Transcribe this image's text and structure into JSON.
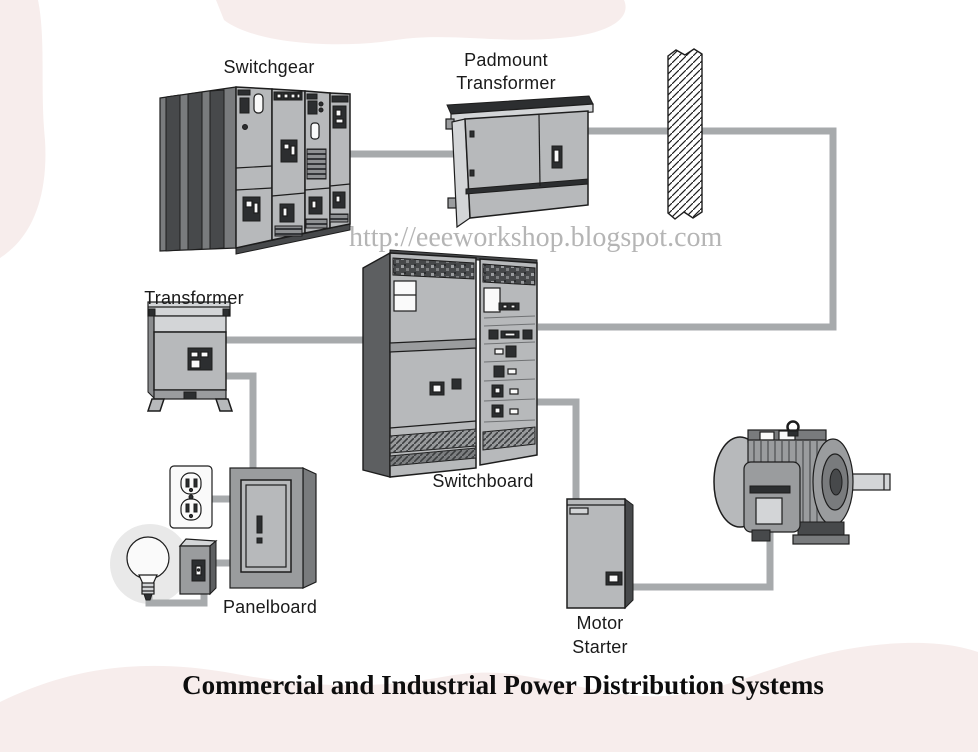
{
  "page": {
    "caption": "Commercial and Industrial Power Distribution Systems",
    "watermark": "http://eeeworkshop.blogspot.com"
  },
  "labels": {
    "switchgear": "Switchgear",
    "padmount_line1": "Padmount",
    "padmount_line2": "Transformer",
    "transformer": "Transformer",
    "switchboard": "Switchboard",
    "panelboard": "Panelboard",
    "motor_starter_line1": "Motor",
    "motor_starter_line2": "Starter"
  },
  "diagram": {
    "type": "power-distribution-one-line-pictorial",
    "components": [
      {
        "id": "switchgear",
        "label": "Switchgear"
      },
      {
        "id": "padmount-transformer",
        "label": "Padmount Transformer"
      },
      {
        "id": "service-riser",
        "label": ""
      },
      {
        "id": "switchboard",
        "label": "Switchboard"
      },
      {
        "id": "transformer",
        "label": "Transformer"
      },
      {
        "id": "panelboard",
        "label": "Panelboard"
      },
      {
        "id": "receptacle-outlet",
        "label": ""
      },
      {
        "id": "light-bulb",
        "label": ""
      },
      {
        "id": "switch",
        "label": ""
      },
      {
        "id": "motor-starter",
        "label": "Motor Starter"
      },
      {
        "id": "motor",
        "label": ""
      }
    ],
    "connections": [
      {
        "from": "switchgear",
        "to": "padmount-transformer"
      },
      {
        "from": "padmount-transformer",
        "to": "service-riser"
      },
      {
        "from": "service-riser",
        "to": "switchboard"
      },
      {
        "from": "switchboard",
        "to": "transformer"
      },
      {
        "from": "transformer",
        "to": "panelboard"
      },
      {
        "from": "panelboard",
        "to": "receptacle-outlet"
      },
      {
        "from": "panelboard",
        "to": "switch"
      },
      {
        "from": "switch",
        "to": "light-bulb"
      },
      {
        "from": "switchboard",
        "to": "motor-starter"
      },
      {
        "from": "motor-starter",
        "to": "motor"
      }
    ]
  },
  "colors": {
    "background": "#ffffff",
    "blob_pink": "#f7edec",
    "wire_gray": "#a7aaac",
    "equipment_light": "#b7b9bb",
    "equipment_mid": "#9a9c9e",
    "equipment_dark": "#797b7d",
    "equipment_darker": "#47494b",
    "outline": "#1d1d1d",
    "white_face": "#fafafa",
    "glow_gray": "#e9e9e9",
    "watermark_gray": "#b5b5b5",
    "label_text": "#1a1a1a",
    "title_text": "#0d0d0d"
  }
}
